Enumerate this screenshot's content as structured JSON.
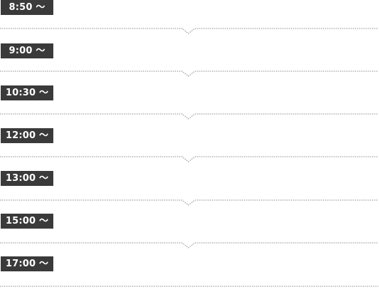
{
  "schedule": {
    "times": [
      {
        "label": "8:50 〜"
      },
      {
        "label": "9:00 〜"
      },
      {
        "label": "10:30 〜"
      },
      {
        "label": "12:00 〜"
      },
      {
        "label": "13:00 〜"
      },
      {
        "label": "15:00 〜"
      },
      {
        "label": "17:00 〜"
      }
    ]
  },
  "colors": {
    "badge_background": "#3a3a3a",
    "badge_text": "#ffffff",
    "divider": "#888888"
  }
}
